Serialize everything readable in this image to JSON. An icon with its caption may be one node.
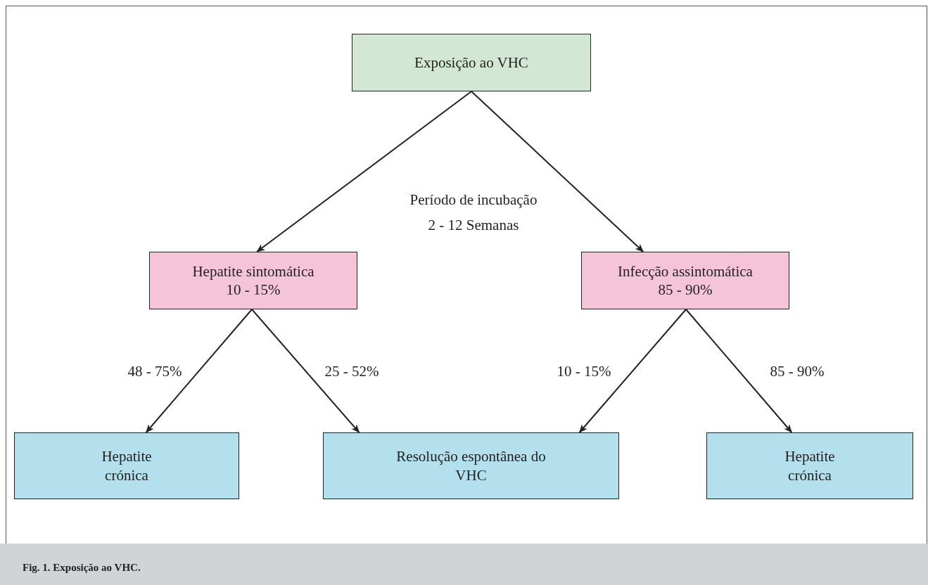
{
  "diagram": {
    "caption": "Fig. 1. Exposição ao VHC.",
    "nodes": [
      {
        "text": [
          "Exposição ao VHC"
        ]
      },
      {
        "text": [
          "Hepatite sintomática",
          "10 - 15%"
        ]
      },
      {
        "text": [
          "Infecção assintomática",
          "85 - 90%"
        ]
      },
      {
        "text": [
          "Hepatite crónica"
        ]
      },
      {
        "text": [
          "Resolução espontânea do VHC"
        ]
      },
      {
        "text": [
          "Hepatite crónica"
        ]
      }
    ],
    "edges": [
      {
        "from": 0,
        "to": 1,
        "arrow": "to"
      },
      {
        "from": 0,
        "to": 2,
        "arrow": "to"
      },
      {
        "from": 1,
        "to": 3,
        "arrow": "to",
        "label": "48 - 75%"
      },
      {
        "from": 1,
        "to": 4,
        "arrow": "to",
        "label": "25 - 52%"
      },
      {
        "from": 2,
        "to": 4,
        "arrow": "to",
        "label": "10 - 15%"
      },
      {
        "from": 2,
        "to": 5,
        "arrow": "to",
        "label": "85 - 90%"
      }
    ],
    "labels": [
      "Período de incubação",
      "2 - 12 Semanas"
    ]
  }
}
